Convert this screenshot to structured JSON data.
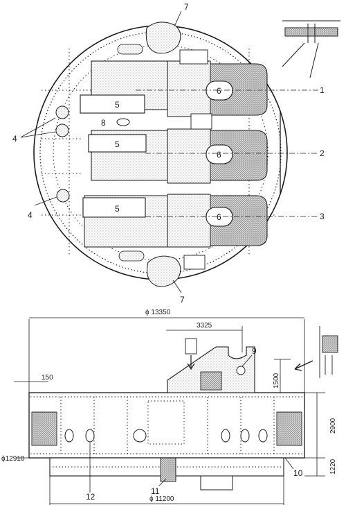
{
  "colors": {
    "ink": "#1a1a1a",
    "paper": "#ffffff",
    "stipple": "#9a9a9a",
    "stipple_dark": "#6e6e6e"
  },
  "top_view": {
    "turret_labels": [
      "1",
      "2",
      "3"
    ],
    "breech_label": "5",
    "port_label": "6",
    "hoist_label": "7",
    "small_label": "8",
    "opening_label": "4"
  },
  "side_view": {
    "dim_overall_diameter": "ϕ 13350",
    "dim_offset": "3325",
    "dim_left": "150",
    "dim_height_upper": "1500",
    "dim_height_mid": "2900",
    "dim_height_lower": "1220",
    "dim_inner_left": "ϕ12910",
    "dim_base_diameter": "ϕ 11200",
    "label_9": "9",
    "label_10": "10",
    "label_11": "11",
    "label_12": "12"
  }
}
